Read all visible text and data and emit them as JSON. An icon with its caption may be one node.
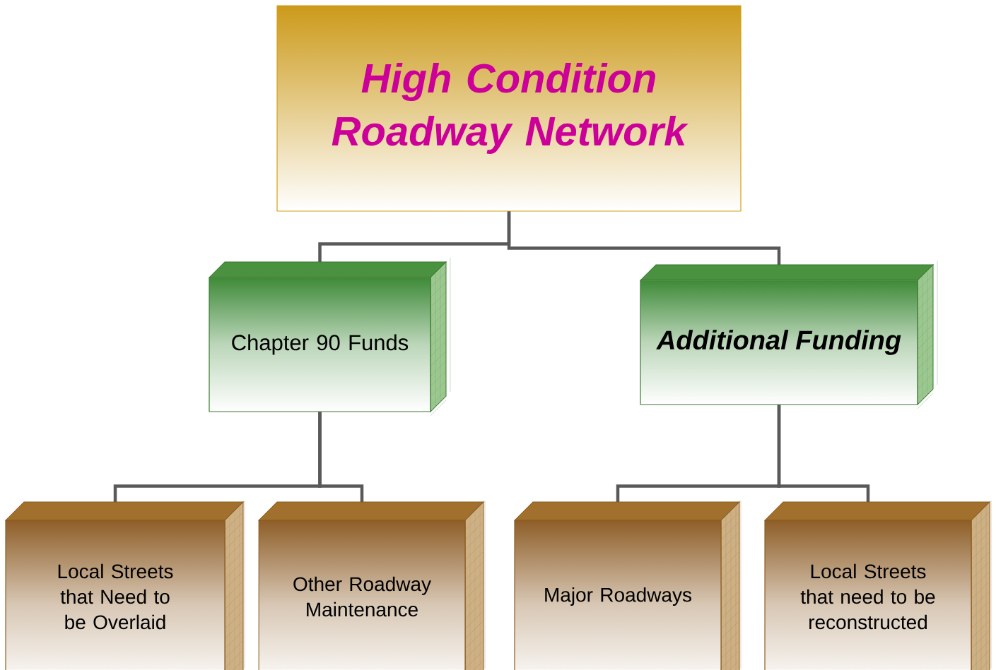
{
  "diagram": {
    "nodes": [
      {
        "text": [
          "High Condition Roadway Network"
        ]
      },
      {
        "text": [
          "Chapter 90 Funds"
        ]
      },
      {
        "text": [
          "Additional Funding"
        ]
      },
      {
        "text": [
          "Local Streets that Need to be Overlaid"
        ]
      },
      {
        "text": [
          "Other Roadway Maintenance"
        ]
      },
      {
        "text": [
          "Major Roadways"
        ]
      },
      {
        "text": [
          "Local Streets that need to be reconstructed"
        ]
      }
    ],
    "edges": [
      {
        "from": 0,
        "to": 1,
        "arrow": "none"
      },
      {
        "from": 0,
        "to": 2,
        "arrow": "none"
      },
      {
        "from": 1,
        "to": 3,
        "arrow": "none"
      },
      {
        "from": 1,
        "to": 4,
        "arrow": "none"
      },
      {
        "from": 2,
        "to": 5,
        "arrow": "none"
      },
      {
        "from": 2,
        "to": 6,
        "arrow": "none"
      }
    ]
  }
}
